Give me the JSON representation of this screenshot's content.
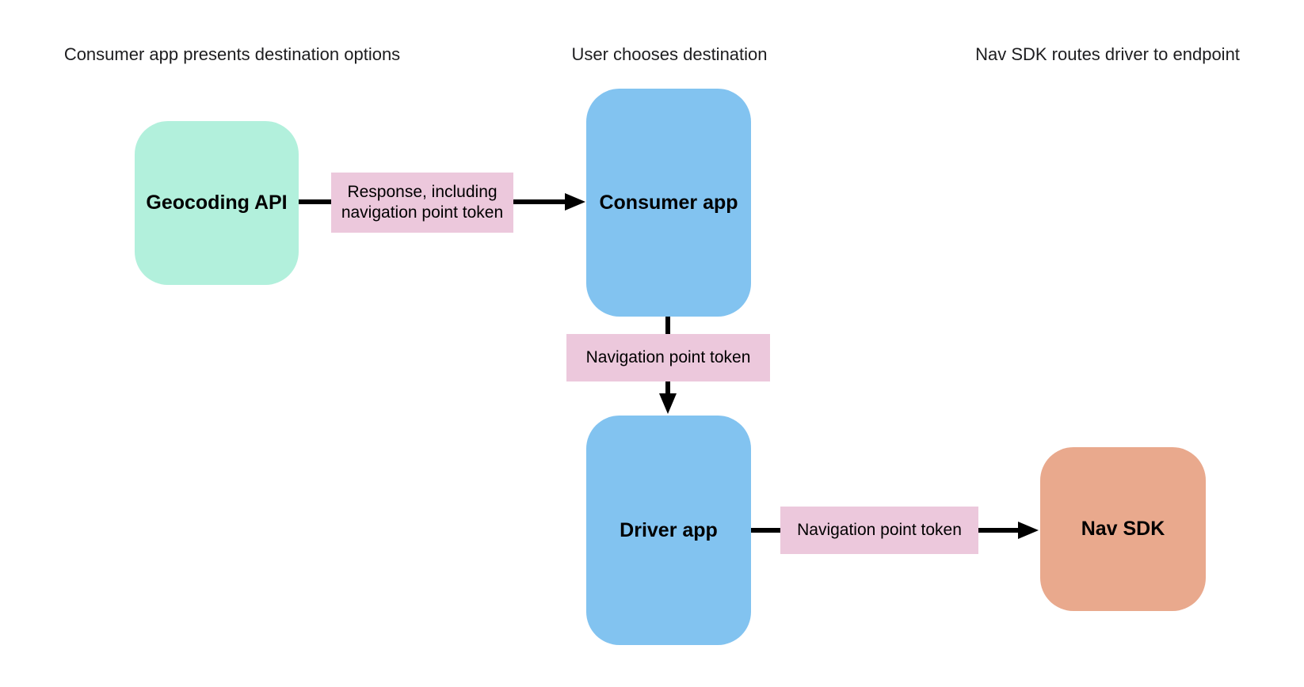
{
  "headers": [
    {
      "label": "Consumer app presents destination options"
    },
    {
      "label": "User chooses destination"
    },
    {
      "label": "Nav SDK routes driver to endpoint"
    }
  ],
  "nodes": {
    "geocoding": {
      "label": "Geocoding API",
      "fill": "#B2F0DC"
    },
    "consumer": {
      "label": "Consumer app",
      "fill": "#82C3F0"
    },
    "driver": {
      "label": "Driver app",
      "fill": "#82C3F0"
    },
    "nav_sdk": {
      "label": "Nav SDK",
      "fill": "#E9A98D"
    }
  },
  "edges": {
    "geocoding_to_consumer": {
      "label": "Response, including navigation point token",
      "label_fill": "#ECC8DC",
      "direction": "right"
    },
    "consumer_to_driver": {
      "label": "Navigation point token",
      "label_fill": "#ECC8DC",
      "direction": "down"
    },
    "driver_to_nav_sdk": {
      "label": "Navigation point token",
      "label_fill": "#ECC8DC",
      "direction": "right"
    }
  },
  "colors": {
    "background": "#FFFFFF",
    "arrow": "#000000",
    "caption_text": "#1D1D1F",
    "label_text": "#000000"
  }
}
